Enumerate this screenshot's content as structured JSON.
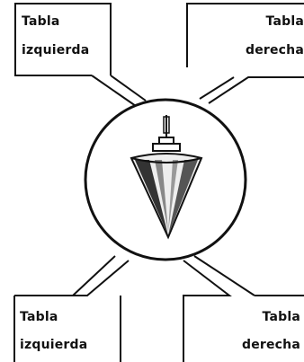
{
  "diagram": {
    "boxes": {
      "top_left": {
        "line1": "Tabla",
        "line2": "izquierda"
      },
      "top_right": {
        "line1": "Tabla",
        "line2": "derecha"
      },
      "bottom_left": {
        "line1": "Tabla",
        "line2": "izquierda"
      },
      "bottom_right": {
        "line1": "Tabla",
        "line2": "derecha"
      }
    },
    "center_icon": "plumb-bob-icon",
    "colors": {
      "stroke": "#111111",
      "background": "#ffffff"
    }
  }
}
